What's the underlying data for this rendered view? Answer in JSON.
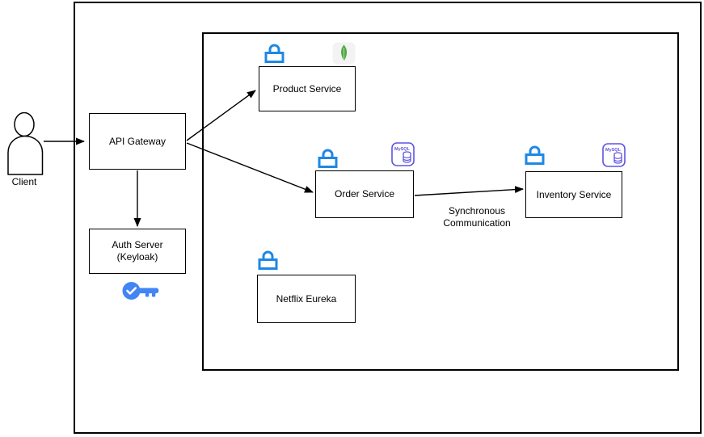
{
  "diagram": {
    "nodes": {
      "client": {
        "label": "Client"
      },
      "api_gateway": {
        "label": "API Gateway"
      },
      "auth_server": {
        "label_line1": "Auth Server",
        "label_line2": "(Keyloak)"
      },
      "product_service": {
        "label": "Product Service"
      },
      "order_service": {
        "label": "Order Service"
      },
      "inventory_service": {
        "label": "Inventory Service"
      },
      "netflix_eureka": {
        "label": "Netflix Eureka"
      }
    },
    "edges": {
      "client_to_gateway": {
        "from": "Client",
        "to": "API Gateway"
      },
      "gateway_to_product": {
        "from": "API Gateway",
        "to": "Product Service"
      },
      "gateway_to_order": {
        "from": "API Gateway",
        "to": "Order Service"
      },
      "gateway_to_auth": {
        "from": "API Gateway",
        "to": "Auth Server (Keyloak)"
      },
      "order_to_inventory": {
        "from": "Order Service",
        "to": "Inventory Service",
        "label_line1": "Synchronous",
        "label_line2": "Communication"
      }
    },
    "icons": {
      "lock": {
        "name": "lock-icon",
        "color": "#1E88E5"
      },
      "key_check": {
        "name": "key-check-icon",
        "color": "#4285F4"
      },
      "mongodb_leaf": {
        "name": "mongodb-leaf-icon",
        "color": "#4FAA41",
        "bg": "#F3F3F3"
      },
      "mysql_db": {
        "name": "mysql-database-icon",
        "label": "MySQL",
        "color": "#5D55E2"
      }
    },
    "colors": {
      "box_border": "#000000",
      "background": "#FFFFFF",
      "edge": "#000000"
    }
  }
}
